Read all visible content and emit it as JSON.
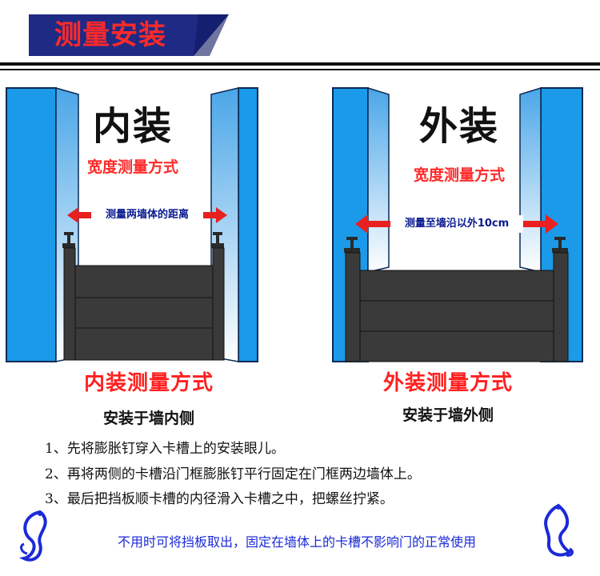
{
  "header": {
    "title": "测量安装"
  },
  "inner": {
    "title": "内装",
    "subtitle": "宽度测量方式",
    "arrow_text": "测量两墙体的距离",
    "caption": "内装测量方式",
    "caption_sub": "安装于墙内侧"
  },
  "outer": {
    "title": "外装",
    "subtitle": "宽度测量方式",
    "arrow_text": "测量至墙沿以外10cm",
    "caption": "外装测量方式",
    "caption_sub": "安装于墙外侧"
  },
  "steps": [
    "1、先将膨胀钉穿入卡槽上的安装眼儿。",
    "2、再将两侧的卡槽沿门框膨胀钉平行固定在门框两边墙体上。",
    "3、最后把挡板顺卡槽的内径滑入卡槽之中，把螺丝拧紧。"
  ],
  "note": "不用时可将挡板取出，固定在墙体上的卡槽不影响门的正常使用",
  "colors": {
    "wall_blue": "#1a9ae8",
    "wall_dark": "#0b4f9e",
    "banner_navy": "#1f2a84",
    "panel": "#3a3a3a",
    "accent_red": "#ff2a2a",
    "note_blue": "#1a2ad8"
  },
  "icons": [
    "ornament-swirl-icon",
    "double-arrow-icon",
    "bolt-icon"
  ]
}
